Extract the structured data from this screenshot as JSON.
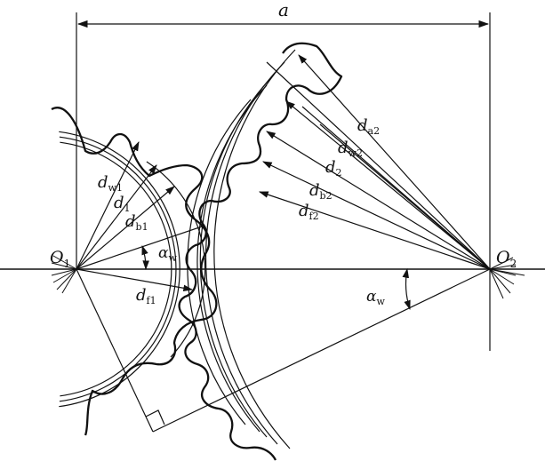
{
  "labels": {
    "center_distance": "a",
    "center_1": {
      "main": "O",
      "sub": "1"
    },
    "center_2": {
      "main": "O",
      "sub": "2"
    },
    "pressure_angle_left": {
      "main": "α",
      "sub": "w"
    },
    "pressure_angle_right": {
      "main": "α",
      "sub": "w"
    },
    "gear1": {
      "working_pitch": {
        "main": "d",
        "sub": "w1"
      },
      "reference": {
        "main": "d",
        "sub": "1"
      },
      "base": {
        "main": "d",
        "sub": "b1"
      },
      "root": {
        "main": "d",
        "sub": "f1"
      }
    },
    "gear2": {
      "tip": {
        "main": "d",
        "sub": "a2"
      },
      "working_pitch": {
        "main": "d",
        "sub": "w2"
      },
      "reference": {
        "main": "d",
        "sub": "2"
      },
      "base": {
        "main": "d",
        "sub": "b2"
      },
      "root": {
        "main": "d",
        "sub": "f2"
      }
    }
  }
}
